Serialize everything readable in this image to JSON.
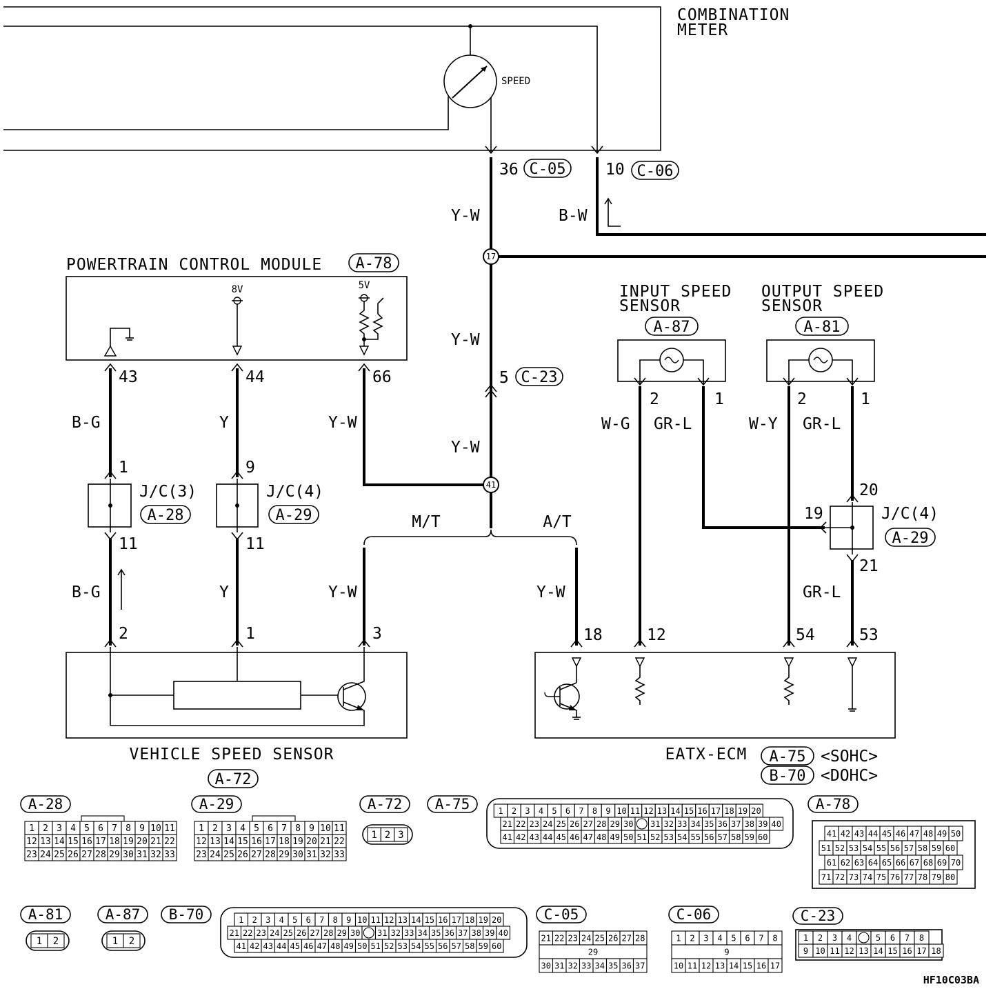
{
  "components": {
    "combination_meter": [
      "COMBINATION",
      "METER"
    ],
    "speed_gauge": "SPEED",
    "pcm": "POWERTRAIN CONTROL MODULE",
    "pcm_conn": "A-78",
    "pcm_8v": "8V",
    "pcm_5v": "5V",
    "input_sensor": [
      "INPUT SPEED",
      "SENSOR"
    ],
    "input_conn": "A-87",
    "output_sensor": [
      "OUTPUT SPEED",
      "SENSOR"
    ],
    "output_conn": "A-81",
    "vss": "VEHICLE SPEED SENSOR",
    "vss_conn": "A-72",
    "eatx": "EATX-ECM",
    "eatx_conn1": "A-75",
    "eatx_var1": "<SOHC>",
    "eatx_conn2": "B-70",
    "eatx_var2": "<DOHC>"
  },
  "connectors_top": {
    "c05_pin": "36",
    "c05": "C-05",
    "c06_pin": "10",
    "c06": "C-06",
    "c23_pin": "5",
    "c23": "C-23"
  },
  "junctions": {
    "j17": "17",
    "j41": "41"
  },
  "branches": {
    "mt": "M/T",
    "at": "A/T"
  },
  "jc": {
    "jc3": "J/C(3)",
    "jc3_conn": "A-28",
    "jc4a": "J/C(4)",
    "jc4a_conn": "A-29",
    "jc4b": "J/C(4)",
    "jc4b_conn": "A-29"
  },
  "wires": {
    "yw_1": "Y-W",
    "bw": "B-W",
    "yw_2": "Y-W",
    "yw_3": "Y-W",
    "bg_1": "B-G",
    "y_1": "Y",
    "yw_pcm": "Y-W",
    "bg_2": "B-G",
    "y_2": "Y",
    "yw_mt": "Y-W",
    "yw_at": "Y-W",
    "wg": "W-G",
    "grl_in": "GR-L",
    "wy": "W-Y",
    "grl_out": "GR-L",
    "grl_ecm": "GR-L"
  },
  "pins": {
    "p43": "43",
    "p44": "44",
    "p66": "66",
    "jc3_in": "1",
    "jc3_out": "11",
    "jc4a_in": "9",
    "jc4a_out": "11",
    "vss_2": "2",
    "vss_1": "1",
    "vss_3": "3",
    "in_2": "2",
    "in_1": "1",
    "out_2": "2",
    "out_1": "1",
    "jc4b_20": "20",
    "jc4b_19": "19",
    "jc4b_21": "21",
    "e18": "18",
    "e12": "12",
    "e54": "54",
    "e53": "53"
  },
  "connector_views": {
    "a28": {
      "label": "A-28",
      "rows": [
        [
          "1",
          "2",
          "3",
          "4",
          "5",
          "6",
          "7",
          "8",
          "9",
          "10",
          "11"
        ],
        [
          "12",
          "13",
          "14",
          "15",
          "16",
          "17",
          "18",
          "19",
          "20",
          "21",
          "22"
        ],
        [
          "23",
          "24",
          "25",
          "26",
          "27",
          "28",
          "29",
          "30",
          "31",
          "32",
          "33"
        ]
      ]
    },
    "a29": {
      "label": "A-29",
      "rows": [
        [
          "1",
          "2",
          "3",
          "4",
          "5",
          "6",
          "7",
          "8",
          "9",
          "10",
          "11"
        ],
        [
          "12",
          "13",
          "14",
          "15",
          "16",
          "17",
          "18",
          "19",
          "20",
          "21",
          "22"
        ],
        [
          "23",
          "24",
          "25",
          "26",
          "27",
          "28",
          "29",
          "30",
          "31",
          "32",
          "33"
        ]
      ]
    },
    "a72": {
      "label": "A-72",
      "pins": [
        "1",
        "2",
        "3"
      ]
    },
    "a75": {
      "label": "A-75",
      "rows": [
        [
          "1",
          "2",
          "3",
          "4",
          "5",
          "6",
          "7",
          "8",
          "9",
          "10",
          "11",
          "12",
          "13",
          "14",
          "15",
          "16",
          "17",
          "18",
          "19",
          "20"
        ],
        [
          "21",
          "22",
          "23",
          "24",
          "25",
          "26",
          "27",
          "28",
          "29",
          "30",
          "",
          "31",
          "32",
          "33",
          "34",
          "35",
          "36",
          "37",
          "38",
          "39",
          "40"
        ],
        [
          "41",
          "42",
          "43",
          "44",
          "45",
          "46",
          "47",
          "48",
          "49",
          "50",
          "51",
          "52",
          "53",
          "54",
          "55",
          "56",
          "57",
          "58",
          "59",
          "60"
        ]
      ]
    },
    "a78": {
      "label": "A-78",
      "rows": [
        [
          "41",
          "42",
          "43",
          "44",
          "45",
          "46",
          "47",
          "48",
          "49",
          "50"
        ],
        [
          "51",
          "52",
          "53",
          "54",
          "55",
          "56",
          "57",
          "58",
          "59",
          "60"
        ],
        [
          "61",
          "62",
          "63",
          "64",
          "65",
          "66",
          "67",
          "68",
          "69",
          "70"
        ],
        [
          "71",
          "72",
          "73",
          "74",
          "75",
          "76",
          "77",
          "78",
          "79",
          "80"
        ]
      ]
    },
    "a81": {
      "label": "A-81",
      "pins": [
        "1",
        "2"
      ]
    },
    "a87": {
      "label": "A-87",
      "pins": [
        "1",
        "2"
      ]
    },
    "b70": {
      "label": "B-70",
      "rows": [
        [
          "1",
          "2",
          "3",
          "4",
          "5",
          "6",
          "7",
          "8",
          "9",
          "10",
          "11",
          "12",
          "13",
          "14",
          "15",
          "16",
          "17",
          "18",
          "19",
          "20"
        ],
        [
          "21",
          "22",
          "23",
          "24",
          "25",
          "26",
          "27",
          "28",
          "29",
          "30",
          "",
          "31",
          "32",
          "33",
          "34",
          "35",
          "36",
          "37",
          "38",
          "39",
          "40"
        ],
        [
          "41",
          "42",
          "43",
          "44",
          "45",
          "46",
          "47",
          "48",
          "49",
          "50",
          "51",
          "52",
          "53",
          "54",
          "55",
          "56",
          "57",
          "58",
          "59",
          "60"
        ]
      ]
    },
    "c05": {
      "label": "C-05",
      "rows": [
        [
          "21",
          "22",
          "23",
          "24",
          "25",
          "26",
          "27",
          "28"
        ],
        [
          "29"
        ],
        [
          "30",
          "31",
          "32",
          "33",
          "34",
          "35",
          "36",
          "37"
        ]
      ]
    },
    "c06": {
      "label": "C-06",
      "rows": [
        [
          "1",
          "2",
          "3",
          "4",
          "5",
          "6",
          "7",
          "8"
        ],
        [
          "9"
        ],
        [
          "10",
          "11",
          "12",
          "13",
          "14",
          "15",
          "16",
          "17"
        ]
      ]
    },
    "c23": {
      "label": "C-23",
      "rows": [
        [
          "1",
          "2",
          "3",
          "4",
          "",
          "5",
          "6",
          "7",
          "8"
        ],
        [
          "9",
          "10",
          "11",
          "12",
          "13",
          "14",
          "15",
          "16",
          "17",
          "18"
        ]
      ]
    }
  },
  "figure_code": "HF10C03BA"
}
